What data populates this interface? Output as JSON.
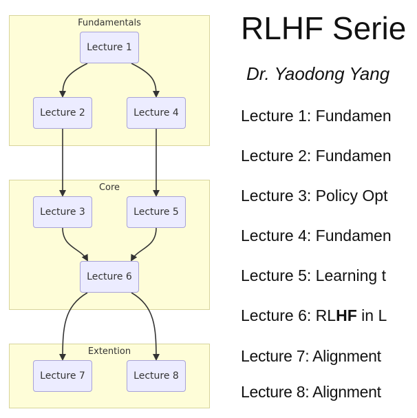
{
  "diagram": {
    "groups": {
      "fundamentals": "Fundamentals",
      "core": "Core",
      "extension": "Extention"
    },
    "nodes": {
      "l1": "Lecture 1",
      "l2": "Lecture 2",
      "l3": "Lecture 3",
      "l4": "Lecture 4",
      "l5": "Lecture 5",
      "l6": "Lecture 6",
      "l7": "Lecture 7",
      "l8": "Lecture 8"
    },
    "edges": [
      [
        "Lecture 1",
        "Lecture 2"
      ],
      [
        "Lecture 1",
        "Lecture 4"
      ],
      [
        "Lecture 2",
        "Lecture 3"
      ],
      [
        "Lecture 4",
        "Lecture 5"
      ],
      [
        "Lecture 3",
        "Lecture 6"
      ],
      [
        "Lecture 5",
        "Lecture 6"
      ],
      [
        "Lecture 6",
        "Lecture 7"
      ],
      [
        "Lecture 6",
        "Lecture 8"
      ]
    ]
  },
  "slide": {
    "title": "RLHF Serie",
    "author": "Dr. Yaodong Yang",
    "lectures": [
      {
        "prefix": "Lecture 1: Fundamen",
        "bold": "",
        "suffix": ""
      },
      {
        "prefix": "Lecture 2: Fundamen",
        "bold": "",
        "suffix": ""
      },
      {
        "prefix": "Lecture 3: Policy Opt",
        "bold": "",
        "suffix": ""
      },
      {
        "prefix": "Lecture 4: Fundamen",
        "bold": "",
        "suffix": ""
      },
      {
        "prefix": "Lecture 5: Learning t",
        "bold": "",
        "suffix": ""
      },
      {
        "prefix": "Lecture 6: RL",
        "bold": "HF",
        "suffix": " in L"
      },
      {
        "prefix": "Lecture 7: Alignment",
        "bold": "",
        "suffix": ""
      },
      {
        "prefix": "Lecture 8: Alignment",
        "bold": "",
        "suffix": ""
      }
    ]
  },
  "colors": {
    "group_fill": "#fefdd8",
    "node_fill": "#ececff",
    "node_border": "#a7a2d8",
    "edge": "#333333"
  }
}
